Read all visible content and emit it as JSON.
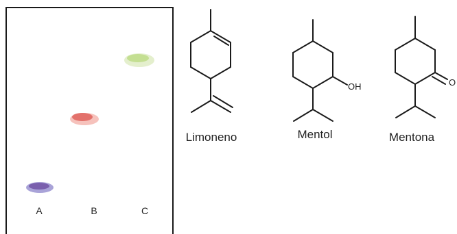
{
  "tlc_plate": {
    "lanes": [
      {
        "label": "A",
        "spot_color": "#7a5fad",
        "halo_color": "#a9a3d8"
      },
      {
        "label": "B",
        "spot_color": "#e3716b",
        "halo_color": "#f6c2bc"
      },
      {
        "label": "C",
        "spot_color": "#c4df92",
        "halo_color": "#e4efcd"
      }
    ]
  },
  "molecules": [
    {
      "name": "Limoneno",
      "functional_group": ""
    },
    {
      "name": "Mentol",
      "functional_group": "OH"
    },
    {
      "name": "Mentona",
      "functional_group": "O"
    }
  ]
}
